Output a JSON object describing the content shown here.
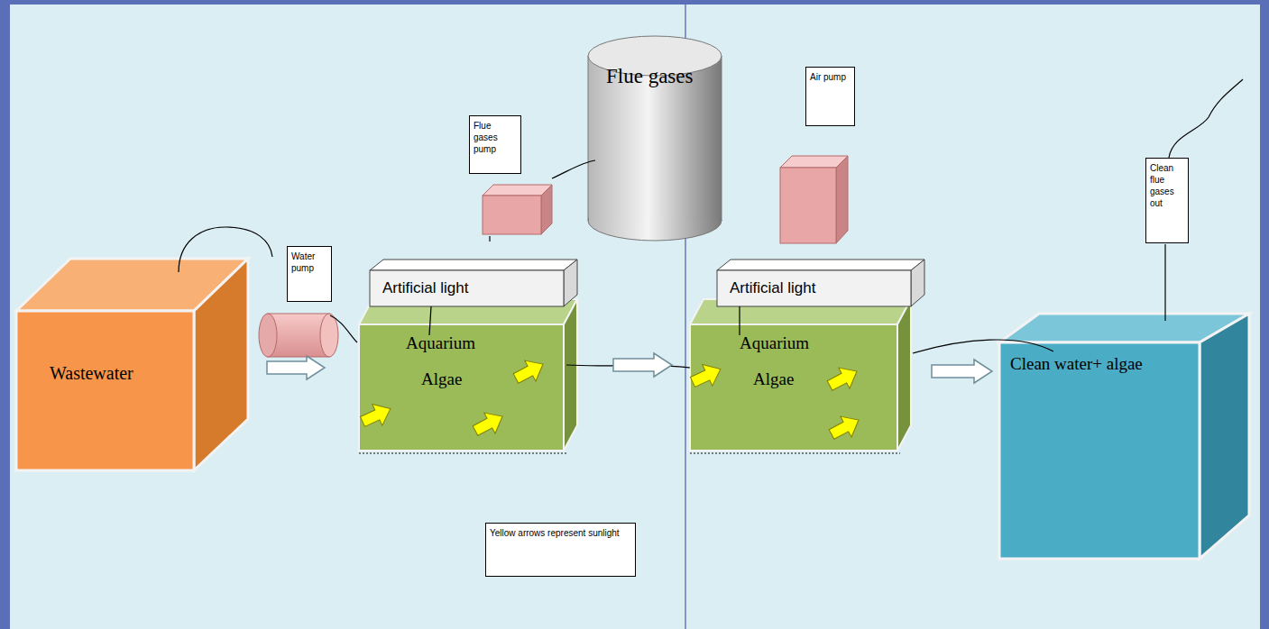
{
  "diagram": {
    "nodes": [
      {
        "text": [
          "Wastewater"
        ]
      },
      {
        "text": [
          "Water pump"
        ]
      },
      {
        "text": [
          "Aquarium",
          "Algae"
        ]
      },
      {
        "text": [
          "Artificial light"
        ]
      },
      {
        "text": [
          "Flue gases pump"
        ]
      },
      {
        "text": [
          "Flue gases"
        ]
      },
      {
        "text": [
          "Air pump"
        ]
      },
      {
        "text": [
          "Artificial light"
        ]
      },
      {
        "text": [
          "Aquarium",
          "Algae"
        ]
      },
      {
        "text": [
          "Clean flue gases out"
        ]
      },
      {
        "text": [
          "Clean water+ algae"
        ]
      },
      {
        "text": [
          "Yellow arrows represent sunlight"
        ]
      }
    ],
    "edges": [
      {
        "from": 0,
        "to": 2,
        "arrow": "to"
      },
      {
        "from": 2,
        "to": 8,
        "arrow": "to"
      },
      {
        "from": 8,
        "to": 10,
        "arrow": "to"
      }
    ]
  }
}
